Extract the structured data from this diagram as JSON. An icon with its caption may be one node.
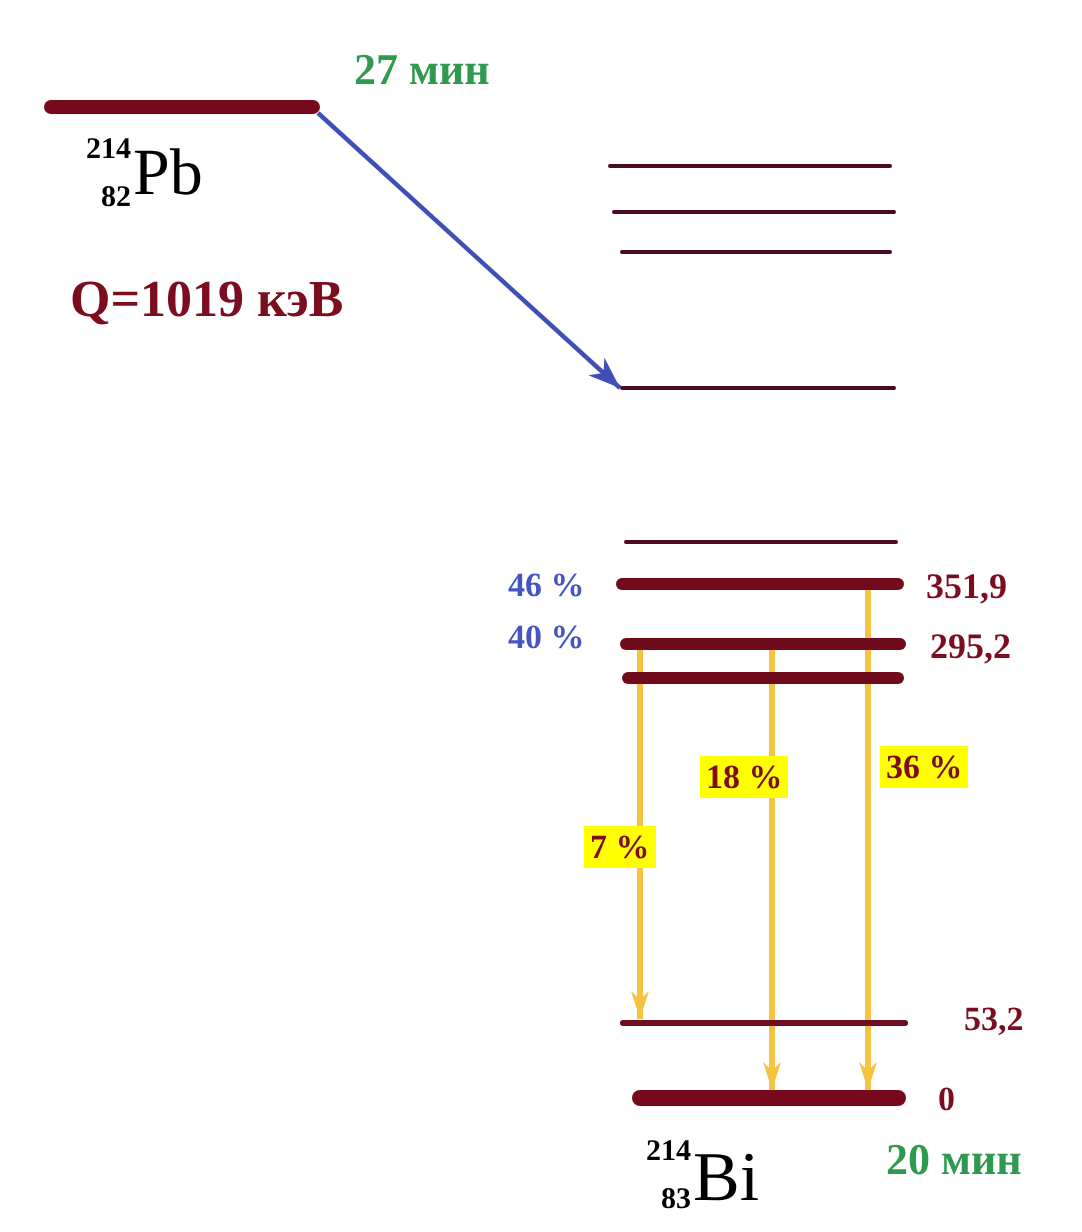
{
  "diagram": {
    "nodes": [
      {
        "text": [
          "$^{214}$$_{82}$Pb"
        ],
        "beside": [
          "27 мин"
        ]
      },
      {
        "text": [],
        "shape": "bar"
      },
      {
        "text": [],
        "shape": "bar"
      },
      {
        "text": [],
        "shape": "bar"
      },
      {
        "text": [],
        "shape": "bar"
      },
      {
        "text": [],
        "shape": "bar"
      },
      {
        "text": [],
        "shape": "bar",
        "beside": [
          "46 %",
          "351,9"
        ]
      },
      {
        "text": [],
        "shape": "bar",
        "beside": [
          "40 %",
          "295,2"
        ]
      },
      {
        "text": [],
        "shape": "bar"
      },
      {
        "text": [],
        "shape": "bar",
        "beside": [
          "53,2"
        ]
      },
      {
        "text": [
          "$^{214}$$_{83}$Bi"
        ],
        "beside": [
          "0",
          "20 мин"
        ]
      }
    ],
    "edges": [
      {
        "from": 0,
        "to": 4,
        "arrow": "to",
        "color": "#3f4fb5"
      },
      {
        "from": 7,
        "to": 9,
        "arrow": "to",
        "label": "7 %"
      },
      {
        "from": 7,
        "to": 10,
        "arrow": "to",
        "label": "18 %"
      },
      {
        "from": 6,
        "to": 10,
        "arrow": "to",
        "label": "36 %"
      }
    ],
    "labels": [
      "Q=1019 кэВ"
    ]
  }
}
